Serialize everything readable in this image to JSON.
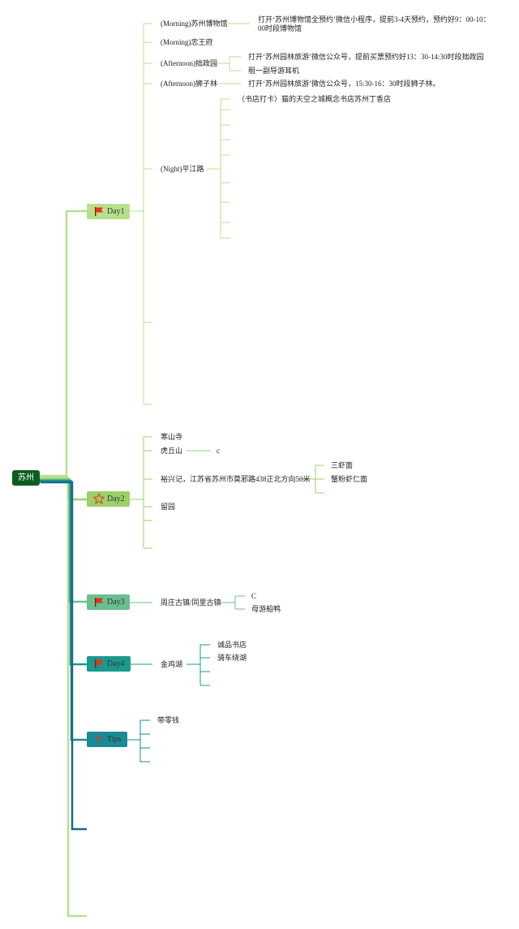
{
  "colors": {
    "root": "#0b5e1f",
    "day1": "#b8e08c",
    "day2": "#9bd06a",
    "day3": "#6bbf8f",
    "day4": "#1a9a8e",
    "tips": "#1a8a96",
    "flag": "#e8321e"
  },
  "root": {
    "label": "苏州"
  },
  "day1": {
    "label": "Day1",
    "icon": "red-flag-icon",
    "items": {
      "museum": "(Morning)苏州博物馆",
      "museum_note": "打开‘苏州博物馆全预约’微信小程序，提前3-4天预约，预约好9：00-10：00时段博物馆",
      "zhongwang": "(Morning)忠王府",
      "zhuozheng": "(Afternoon)拙政园",
      "zhuozheng_note1": "打开‘苏州园林旅游’微信公众号，提前买票预约好13：30-14:30时段拙政园",
      "zhuozheng_note2": "租一副导游耳机",
      "shizilin": "(Afternoon)狮子林",
      "shizilin_note": "打开‘苏州园林旅游’微信公众号，15:30-16：30时段狮子林。",
      "pingjiang": "(Night)平江路",
      "pingjiang_note": "（书店打卡）猫的天空之城概念书店苏州丁香店"
    }
  },
  "day2": {
    "label": "Day2",
    "icon": "red-star-icon",
    "items": {
      "hanshan": "寒山寺",
      "huqiu": "虎丘山",
      "huqiu_note": "c",
      "yuxingji": "裕兴记，江苏省苏州市莫邪路438正北方向50米",
      "noodle1": "三虾面",
      "noodle2": "蟹粉虾仁面",
      "liuyuan": "留园"
    }
  },
  "day3": {
    "label": "Day3",
    "icon": "red-flag-icon",
    "items": {
      "zhouzhuang": "周庄古镇/同里古镇",
      "note_c": "C",
      "boat": "母游船鸭"
    }
  },
  "day4": {
    "label": "Day4",
    "icon": "red-flag-icon",
    "items": {
      "jinjihu": "金鸡湖",
      "eslite": "诚品书店",
      "bike": "骑车绕湖"
    }
  },
  "tips": {
    "label": "Tips",
    "icon": "red-pin-icon",
    "items": {
      "cash": "带零钱"
    }
  }
}
